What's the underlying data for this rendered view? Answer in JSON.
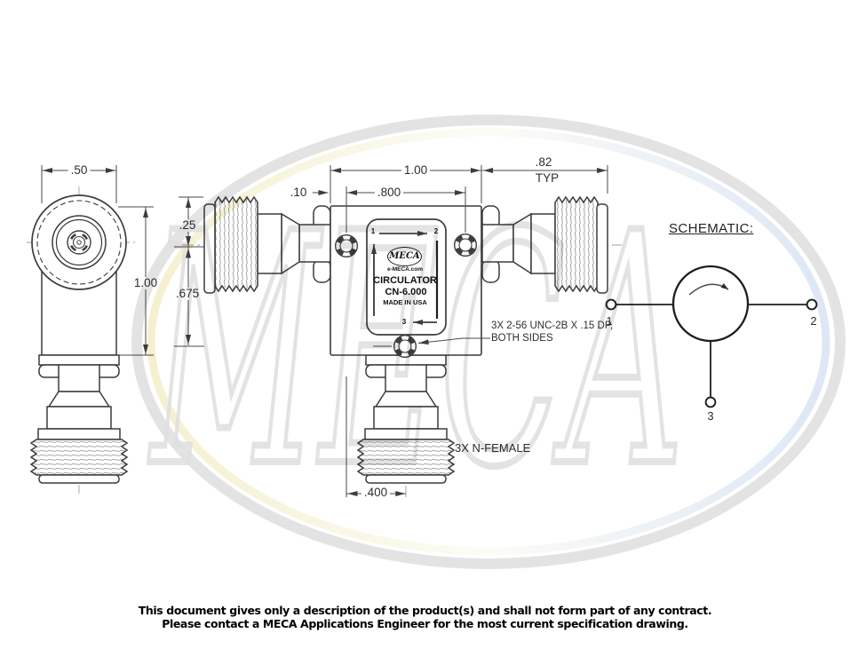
{
  "watermark": {
    "text": "MECA"
  },
  "left_view": {
    "dim_width": ".50",
    "dim_height": "1.00"
  },
  "front_view": {
    "dim_overall_width": "1.00",
    "dim_connector_length": ".82",
    "dim_connector_qualifier": "TYP",
    "dim_screw_offset": ".10",
    "dim_screw_spacing": ".800",
    "dim_upper": ".25",
    "dim_lower": ".675",
    "dim_bottom_offset": ".400",
    "screw_note_line1": "3X 2-56 UNC-2B X .15 DP,",
    "screw_note_line2": "BOTH SIDES",
    "connector_note": "3X N-FEMALE",
    "label_plate": {
      "port_in": "1",
      "port_out": "2",
      "port_term": "3",
      "brand": "MECA",
      "website": "e-MECA.com",
      "product": "CIRCULATOR",
      "model": "CN-6.000",
      "origin": "MADE IN USA"
    }
  },
  "schematic": {
    "title": "SCHEMATIC:",
    "port1": "1",
    "port2": "2",
    "port3": "3"
  },
  "footer": {
    "line1": "This document gives only a description of the product(s) and shall not form part of any contract.",
    "line2": "Please contact a MECA Applications Engineer for the most current specification drawing."
  },
  "colors": {
    "line": "#3c3c3c",
    "dim": "#4a4a4a",
    "watermark": "#e0e0e0",
    "centerline": "#8fa3b8"
  }
}
